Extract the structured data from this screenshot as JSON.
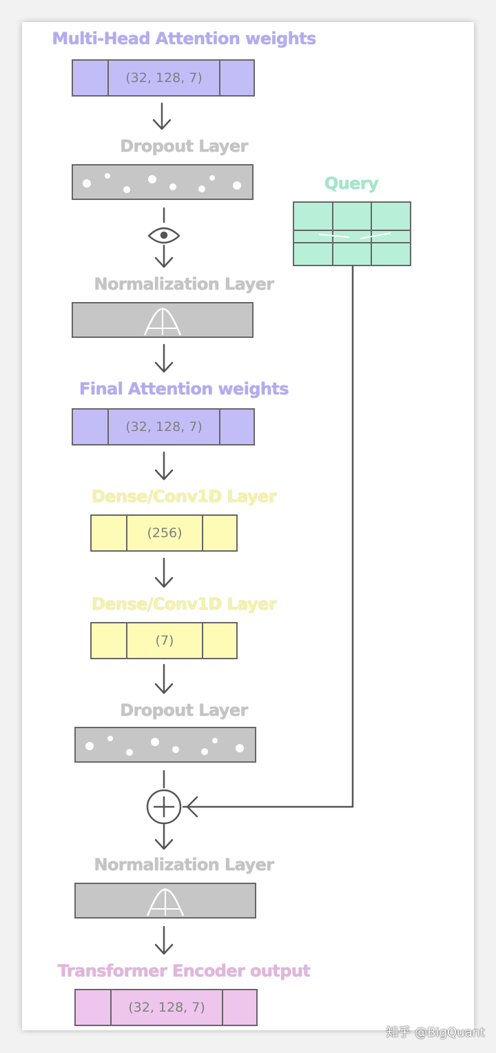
{
  "labels": {
    "mha": "Multi-Head Attention weights",
    "dropout1": "Dropout Layer",
    "norm1": "Normalization Layer",
    "final": "Final Attention weights",
    "dense1": "Dense/Conv1D Layer",
    "dense2": "Dense/Conv1D Layer",
    "dropout2": "Dropout Layer",
    "norm2": "Normalization Layer",
    "output": "Transformer Encoder output",
    "query": "Query"
  },
  "shapes": {
    "mha": "(32, 128, 7)",
    "final": "(32, 128, 7)",
    "dense1": "(256)",
    "dense2": "(7)",
    "output": "(32, 128, 7)"
  },
  "watermark": "知乎 @BigQuant",
  "colors": {
    "attention": "#c3bdf7",
    "dense": "#fdfbb5",
    "layer": "#c6c6c6",
    "query": "#b8efd9",
    "output": "#eec5ec"
  }
}
